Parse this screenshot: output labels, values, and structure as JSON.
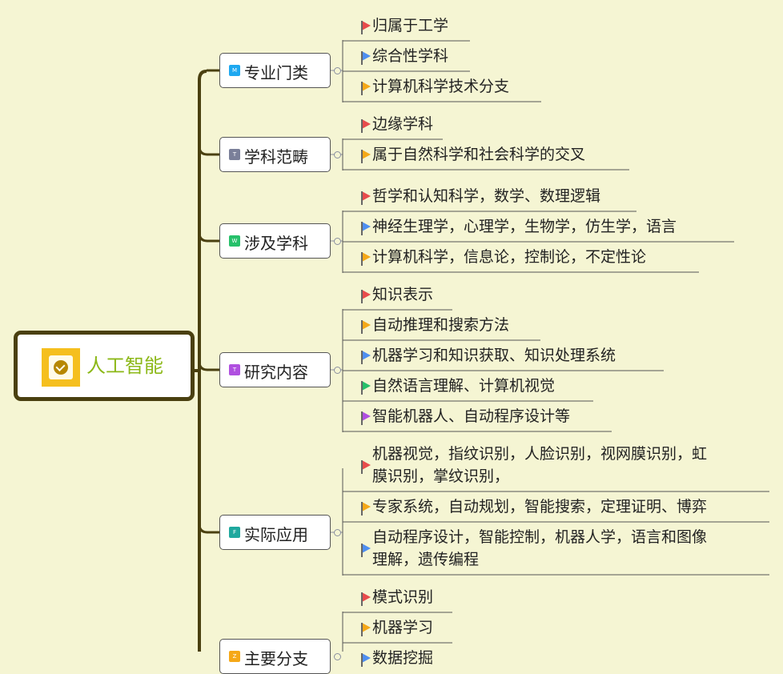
{
  "root": {
    "label": "人工智能",
    "icon": "task-check-icon"
  },
  "flag_colors": {
    "red": "#e84b4b",
    "blue": "#4f8ff0",
    "orange": "#f5a818",
    "green": "#26c06a",
    "purple": "#b050e0"
  },
  "topics": [
    {
      "label": "专业门类",
      "badge": "M",
      "badge_color": "#1ea8f0",
      "items": [
        {
          "lines": [
            "归属于工学"
          ],
          "flag": "red"
        },
        {
          "lines": [
            "综合性学科"
          ],
          "flag": "blue"
        },
        {
          "lines": [
            "计算机科学技术分支"
          ],
          "flag": "orange"
        }
      ]
    },
    {
      "label": "学科范畴",
      "badge": "T",
      "badge_color": "#7a7f99",
      "items": [
        {
          "lines": [
            "边缘学科"
          ],
          "flag": "red"
        },
        {
          "lines": [
            "属于自然科学和社会科学的交叉"
          ],
          "flag": "orange"
        }
      ]
    },
    {
      "label": "涉及学科",
      "badge": "W",
      "badge_color": "#26c06a",
      "items": [
        {
          "lines": [
            "哲学和认知科学，数学、数理逻辑"
          ],
          "flag": "red"
        },
        {
          "lines": [
            "神经生理学，心理学，生物学，仿生学，语言"
          ],
          "flag": "blue"
        },
        {
          "lines": [
            "计算机科学，信息论，控制论，不定性论"
          ],
          "flag": "orange"
        }
      ]
    },
    {
      "label": "研究内容",
      "badge": "T",
      "badge_color": "#b050e0",
      "items": [
        {
          "lines": [
            "知识表示"
          ],
          "flag": "red"
        },
        {
          "lines": [
            "自动推理和搜索方法"
          ],
          "flag": "orange"
        },
        {
          "lines": [
            "机器学习和知识获取、知识处理系统"
          ],
          "flag": "blue"
        },
        {
          "lines": [
            "自然语言理解、计算机视觉"
          ],
          "flag": "green"
        },
        {
          "lines": [
            "智能机器人、自动程序设计等"
          ],
          "flag": "purple"
        }
      ]
    },
    {
      "label": "实际应用",
      "badge": "F",
      "badge_color": "#1fa89e",
      "items": [
        {
          "lines": [
            "机器视觉，指纹识别，人脸识别，视网膜识别，虹",
            "膜识别，掌纹识别，"
          ],
          "flag": "red"
        },
        {
          "lines": [
            "专家系统，自动规划，智能搜索，定理证明、博弈"
          ],
          "flag": "orange"
        },
        {
          "lines": [
            "自动程序设计，智能控制，机器人学，语言和图像",
            "理解，遗传编程"
          ],
          "flag": "blue"
        }
      ]
    },
    {
      "label": "主要分支",
      "badge": "Z",
      "badge_color": "#f5a818",
      "items": [
        {
          "lines": [
            "模式识别"
          ],
          "flag": "red"
        },
        {
          "lines": [
            "机器学习"
          ],
          "flag": "orange"
        },
        {
          "lines": [
            "数据挖掘"
          ],
          "flag": "blue"
        }
      ]
    }
  ]
}
